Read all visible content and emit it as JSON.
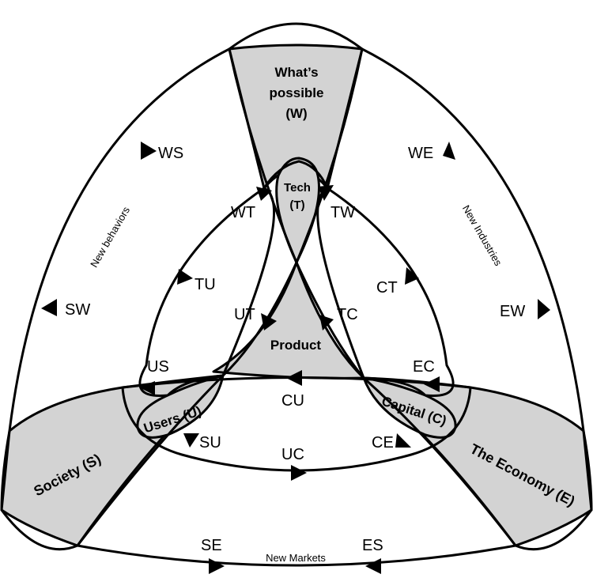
{
  "regions": {
    "whats_possible": [
      "What’s",
      "possible",
      "(W)"
    ],
    "tech": [
      "Tech",
      "(T)"
    ],
    "product": "Product",
    "users": "Users (U)",
    "capital": "Capital (C)",
    "society": "Society (S)",
    "economy": "The Economy (E)"
  },
  "flows": {
    "WS": "WS",
    "SW": "SW",
    "WE": "WE",
    "EW": "EW",
    "SE": "SE",
    "ES": "ES",
    "WT": "WT",
    "TW": "TW",
    "TU": "TU",
    "CT": "CT",
    "UT": "UT",
    "TC": "TC",
    "US": "US",
    "EC": "EC",
    "CU": "CU",
    "UC": "UC",
    "SU": "SU",
    "CE": "CE"
  },
  "annotations": {
    "new_behaviors": "New behaviors",
    "new_industries": "New Industries",
    "new_markets": "New Markets"
  }
}
